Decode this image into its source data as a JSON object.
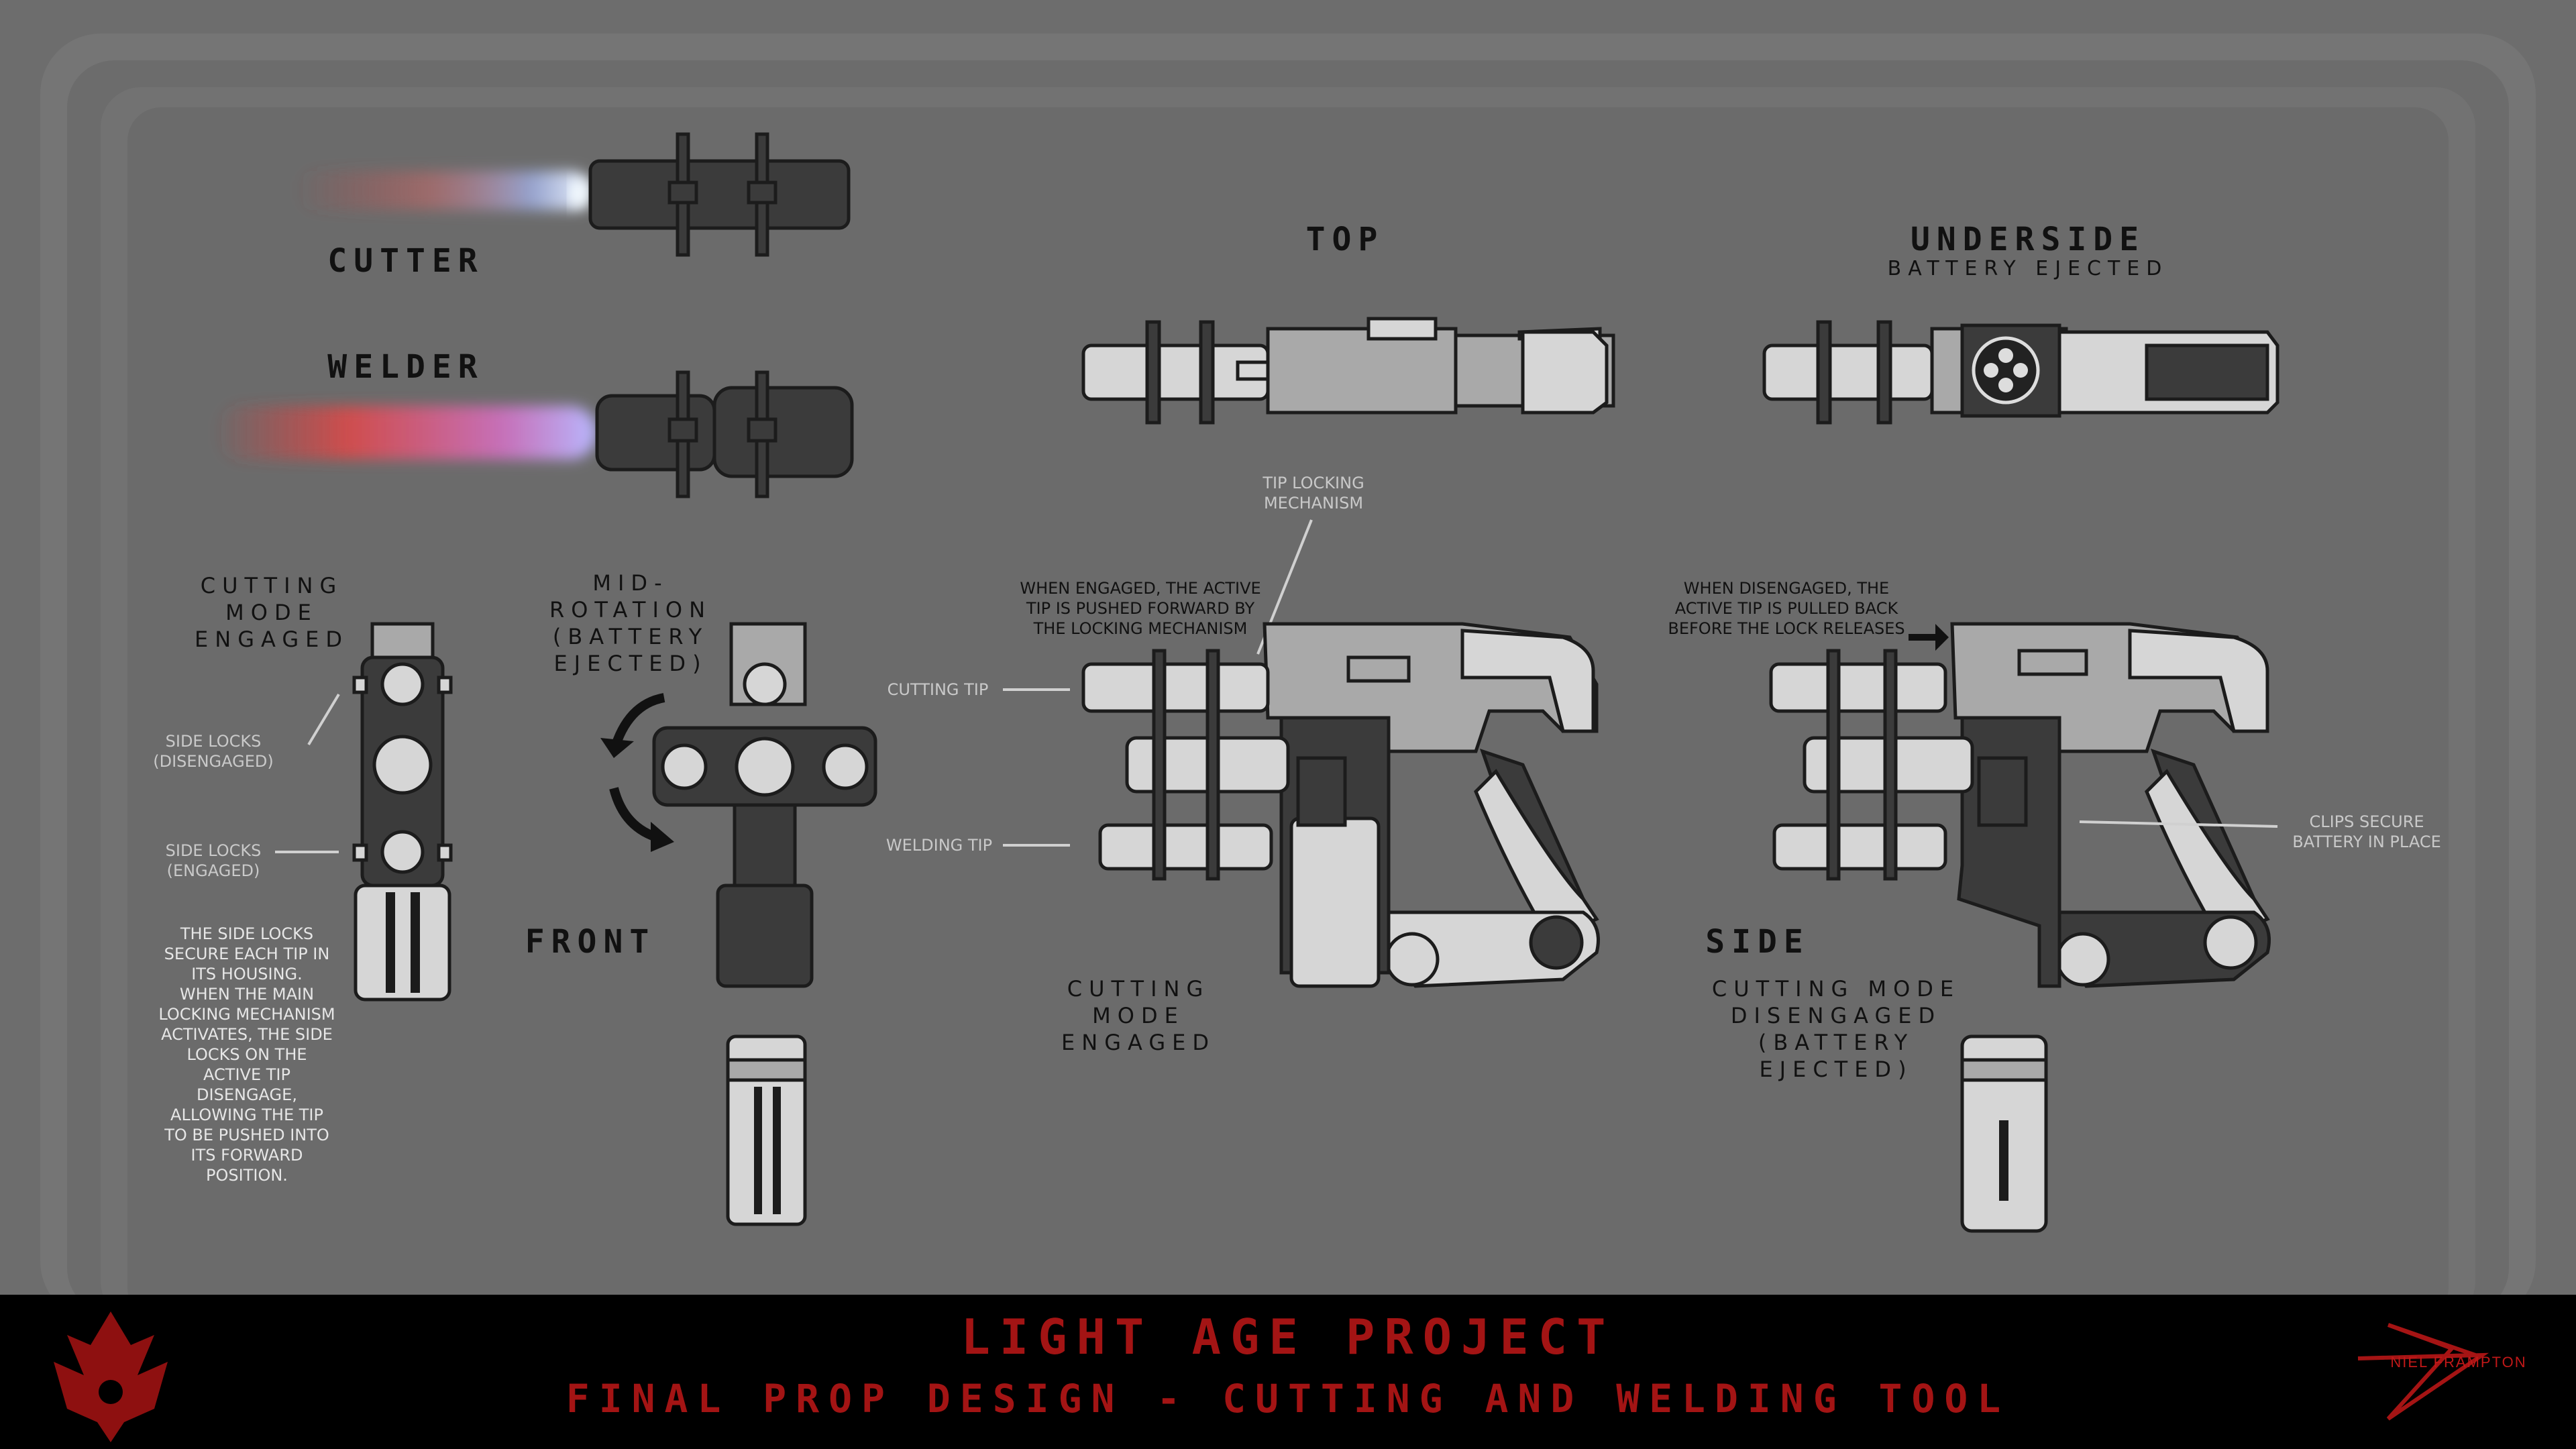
{
  "views": {
    "cutter": "CUTTER",
    "welder": "WELDER",
    "top": "TOP",
    "underside": "UNDERSIDE",
    "underside_sub": "BATTERY EJECTED",
    "front": "FRONT",
    "side": "SIDE"
  },
  "captions": {
    "cutting_engaged_left": [
      "CUTTING",
      "MODE",
      "ENGAGED"
    ],
    "mid_rotation": [
      "MID-",
      "ROTATION",
      "(BATTERY",
      "EJECTED)"
    ],
    "cutting_engaged_center": [
      "CUTTING",
      "MODE",
      "ENGAGED"
    ],
    "cutting_disengaged": [
      "CUTTING MODE",
      "DISENGAGED",
      "(BATTERY",
      "EJECTED)"
    ]
  },
  "callouts": {
    "side_locks_disengaged": [
      "SIDE LOCKS",
      "(DISENGAGED)"
    ],
    "side_locks_engaged": [
      "SIDE LOCKS",
      "(ENGAGED)"
    ],
    "tip_locking": [
      "TIP LOCKING",
      "MECHANISM"
    ],
    "cutting_tip": "CUTTING TIP",
    "welding_tip": "WELDING TIP",
    "clips": [
      "CLIPS SECURE",
      "BATTERY IN PLACE"
    ]
  },
  "notes": {
    "side_locks_explainer": [
      "THE SIDE LOCKS",
      "SECURE EACH TIP IN",
      "ITS HOUSING.",
      "WHEN THE MAIN",
      "LOCKING MECHANISM",
      "ACTIVATES, THE SIDE",
      "LOCKS ON THE",
      "ACTIVE TIP",
      "DISENGAGE,",
      "ALLOWING THE TIP",
      "TO BE PUSHED INTO",
      "ITS FORWARD",
      "POSITION."
    ],
    "engaged": [
      "WHEN ENGAGED, THE ACTIVE",
      "TIP IS PUSHED FORWARD BY",
      "THE LOCKING MECHANISM"
    ],
    "disengaged": [
      "WHEN DISENGAGED, THE",
      "ACTIVE TIP IS PULLED BACK",
      "BEFORE THE LOCK RELEASES"
    ]
  },
  "banner": {
    "title": "LIGHT AGE PROJECT",
    "subtitle": "FINAL PROP DESIGN - CUTTING AND WELDING TOOL"
  },
  "signature": "NIEL FRAMPTON",
  "colors": {
    "background": "#6d6d6d",
    "banner": "#000000",
    "accent": "#a31414",
    "part_light": "#d6d6d6",
    "part_mid": "#a9a9a9",
    "part_dark": "#3b3b3b"
  }
}
